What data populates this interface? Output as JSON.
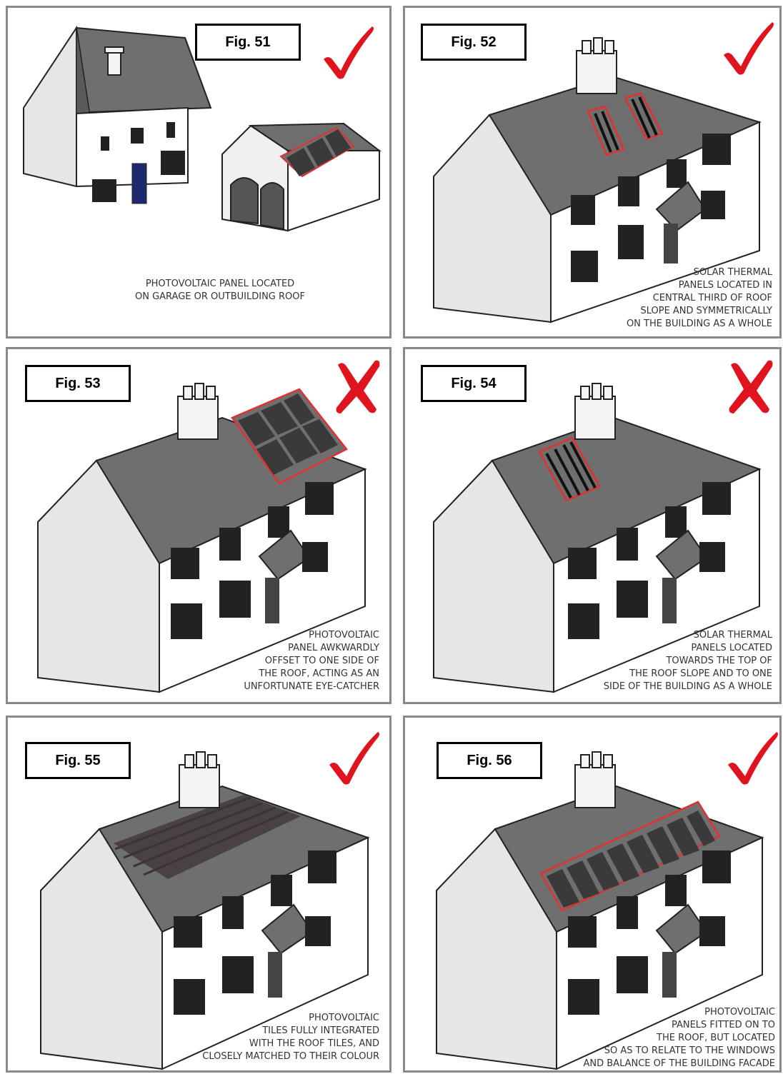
{
  "panels": [
    {
      "label": "Fig. 51",
      "verdict": "check",
      "caption": [
        "PHOTOVOLTAIC PANEL LOCATED",
        "ON GARAGE OR OUTBUILDING ROOF"
      ]
    },
    {
      "label": "Fig. 52",
      "verdict": "check",
      "caption": [
        "SOLAR THERMAL",
        "PANELS LOCATED IN",
        "CENTRAL THIRD OF ROOF",
        "SLOPE AND SYMMETRICALLY",
        "ON THE BUILDING AS A WHOLE"
      ]
    },
    {
      "label": "Fig. 53",
      "verdict": "cross",
      "caption": [
        "PHOTOVOLTAIC",
        "PANEL AWKWARDLY",
        "OFFSET TO ONE SIDE OF",
        "THE ROOF, ACTING AS AN",
        "UNFORTUNATE EYE-CATCHER"
      ]
    },
    {
      "label": "Fig. 54",
      "verdict": "cross",
      "caption": [
        "SOLAR THERMAL",
        "PANELS LOCATED",
        "TOWARDS THE TOP OF",
        "THE ROOF SLOPE AND TO ONE",
        "SIDE OF THE BUILDING AS A WHOLE"
      ]
    },
    {
      "label": "Fig. 55",
      "verdict": "check",
      "caption": [
        "PHOTOVOLTAIC",
        "TILES FULLY INTEGRATED",
        "WITH THE ROOF TILES, AND",
        "CLOSELY MATCHED TO THEIR COLOUR"
      ]
    },
    {
      "label": "Fig. 56",
      "verdict": "check",
      "caption": [
        "PHOTOVOLTAIC",
        "PANELS FITTED ON TO",
        "THE ROOF, BUT LOCATED",
        "SO AS TO RELATE TO THE WINDOWS",
        "AND BALANCE OF THE BUILDING FACADE"
      ]
    }
  ],
  "colors": {
    "roof": "#6f6f6f",
    "wall": "#ffffff",
    "gable": "#e6e6e6",
    "panel_outline": "#e23030",
    "panel_fill": "#3a3a3a",
    "mark_red": "#e0141e",
    "door_blue": "#1f2a6e",
    "border": "#8a8a8a"
  }
}
